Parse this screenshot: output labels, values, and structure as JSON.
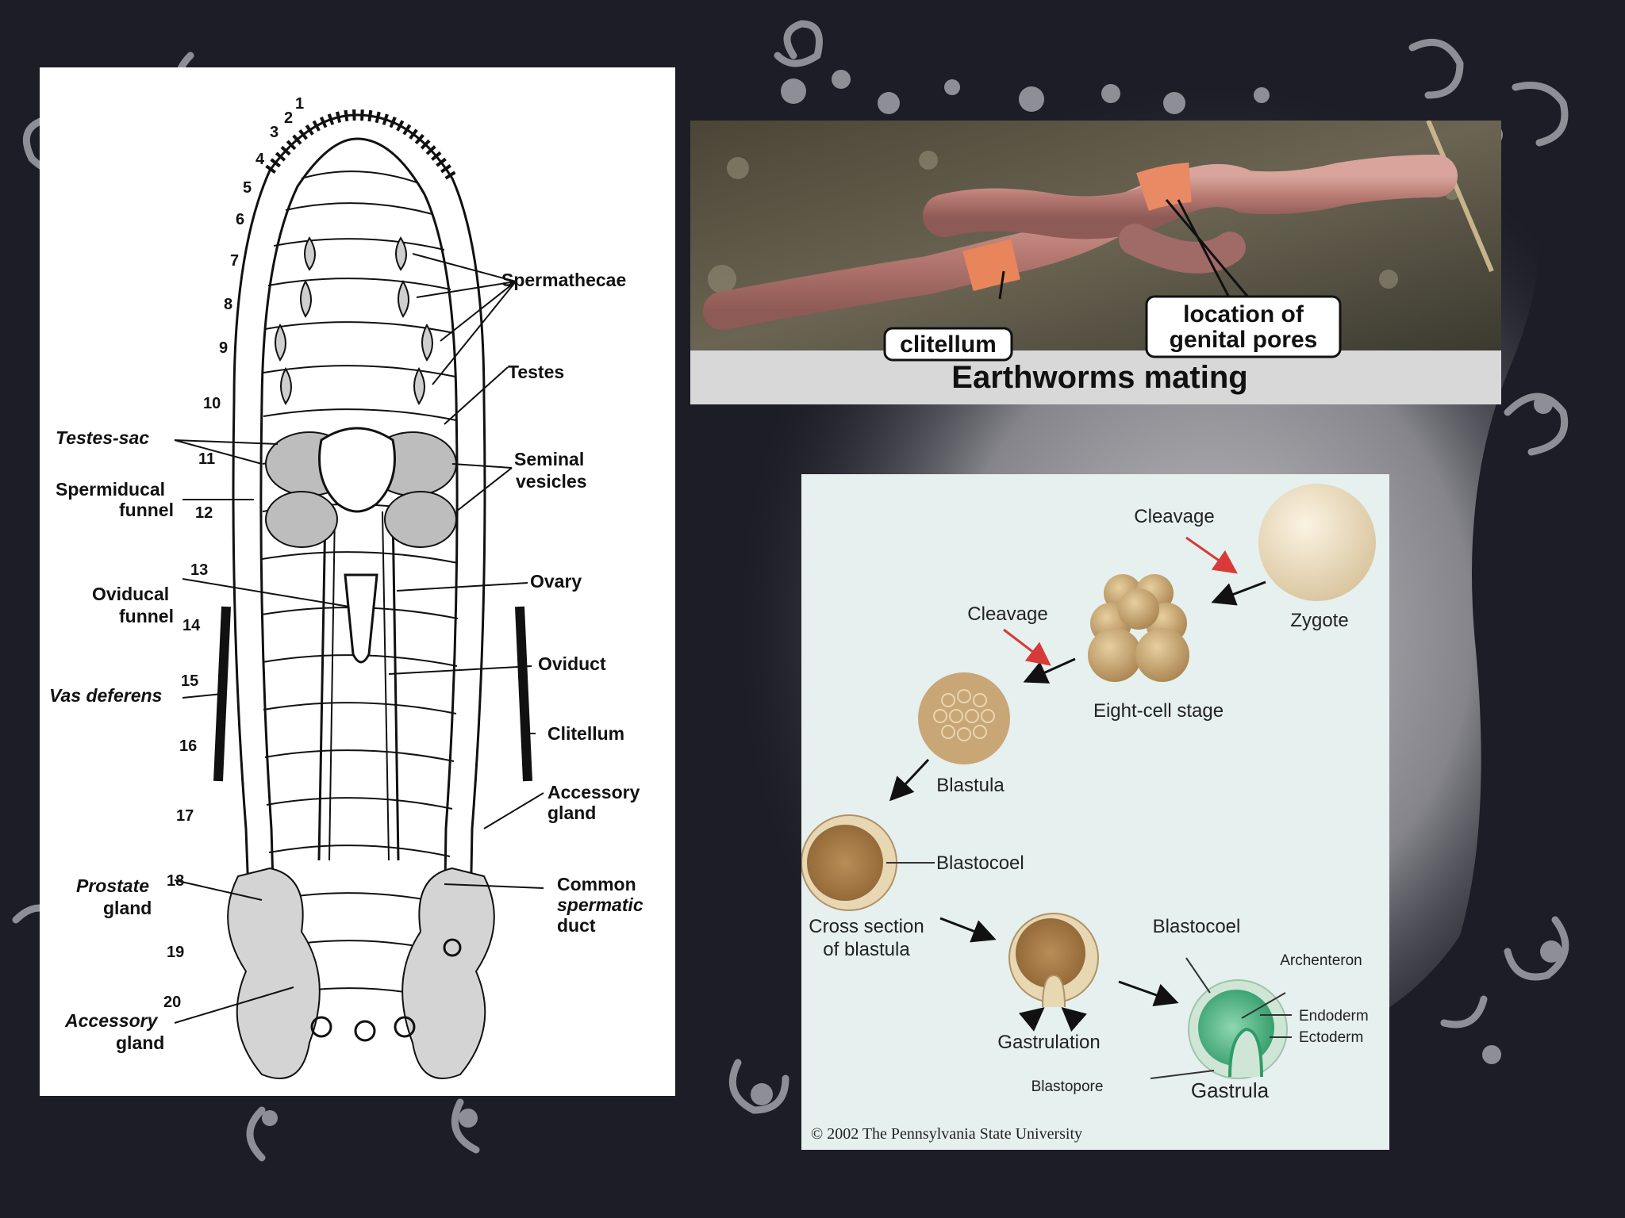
{
  "left_diagram": {
    "segment_numbers": [
      "1",
      "2",
      "3",
      "4",
      "5",
      "6",
      "7",
      "8",
      "9",
      "10",
      "11",
      "12",
      "13",
      "14",
      "15",
      "16",
      "17",
      "18",
      "19",
      "20"
    ],
    "labels": {
      "spermathecae": "Spermathecae",
      "testes": "Testes",
      "testes_sac": "Testes-sac",
      "seminal_vesicles_1": "Seminal",
      "seminal_vesicles_2": "vesicles",
      "spermiducal_funnel_1": "Spermiducal",
      "spermiducal_funnel_2": "funnel",
      "ovary": "Ovary",
      "oviducal_funnel_1": "Oviducal",
      "oviducal_funnel_2": "funnel",
      "oviduct": "Oviduct",
      "vas_deferens": "Vas deferens",
      "clitellum": "Clitellum",
      "accessory_gland_right_1": "Accessory",
      "accessory_gland_right_2": "gland",
      "prostate_gland_1": "Prostate",
      "prostate_gland_2": "gland",
      "common_duct_1": "Common",
      "common_duct_2": "spermatic",
      "common_duct_3": "duct",
      "accessory_gland_left_1": "Accessory",
      "accessory_gland_left_2": "gland"
    }
  },
  "photo": {
    "clitellum_label": "clitellum",
    "pores_label_1": "location of",
    "pores_label_2": "genital pores",
    "caption": "Earthworms mating"
  },
  "development": {
    "cleavage_1": "Cleavage",
    "zygote": "Zygote",
    "cleavage_2": "Cleavage",
    "eight_cell": "Eight-cell stage",
    "blastula": "Blastula",
    "blastocoel_1": "Blastocoel",
    "cross_section_1": "Cross section",
    "cross_section_2": "of blastula",
    "blastocoel_2": "Blastocoel",
    "archenteron": "Archenteron",
    "endoderm": "Endoderm",
    "ectoderm": "Ectoderm",
    "gastrulation": "Gastrulation",
    "blastopore": "Blastopore",
    "gastrula": "Gastrula",
    "copyright": "©  2002  The Pennsylvania State University"
  },
  "colors": {
    "slide_background": "#1c1d26",
    "flourish": "#8e8f96",
    "diagram_panel": "#e6f0ee",
    "cell": "#c9a676",
    "gastrula_green": "#3fae7a",
    "arrow_red": "#d83a3a"
  }
}
